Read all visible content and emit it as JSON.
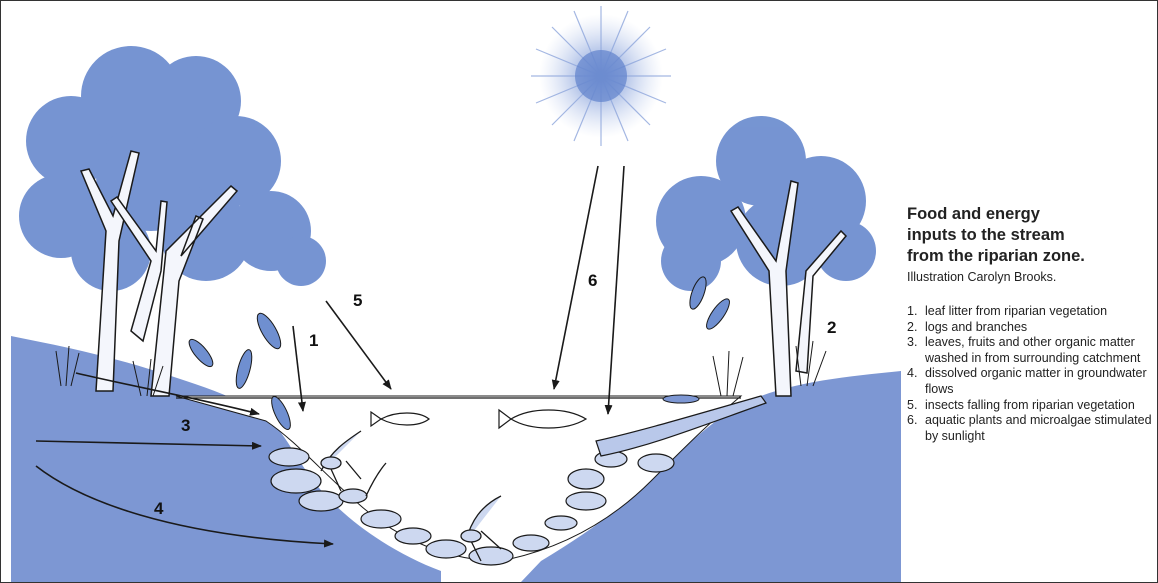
{
  "caption": {
    "title_lines": [
      "Food and energy",
      "inputs to the stream",
      "from the riparian zone."
    ],
    "credit": "Illustration Carolyn Brooks."
  },
  "legend": [
    {
      "number": "1.",
      "text": "leaf litter from riparian vegetation"
    },
    {
      "number": "2.",
      "text": "logs and branches"
    },
    {
      "number": "3.",
      "text": "leaves, fruits and other organic matter washed in from surrounding catchment"
    },
    {
      "number": "4.",
      "text": "dissolved organic matter in groundwater flows"
    },
    {
      "number": "5.",
      "text": "insects falling from riparian vegetation"
    },
    {
      "number": "6.",
      "text": "aquatic plants and microalgae stimulated by sunlight"
    }
  ],
  "diagram_labels": {
    "n1": "1",
    "n2": "2",
    "n3": "3",
    "n4": "4",
    "n5": "5",
    "n6": "6"
  },
  "colors": {
    "foliage": "#6f8fd0",
    "ground": "#7d97d3",
    "ink": "#1a1a1a",
    "water": "#ffffff"
  }
}
